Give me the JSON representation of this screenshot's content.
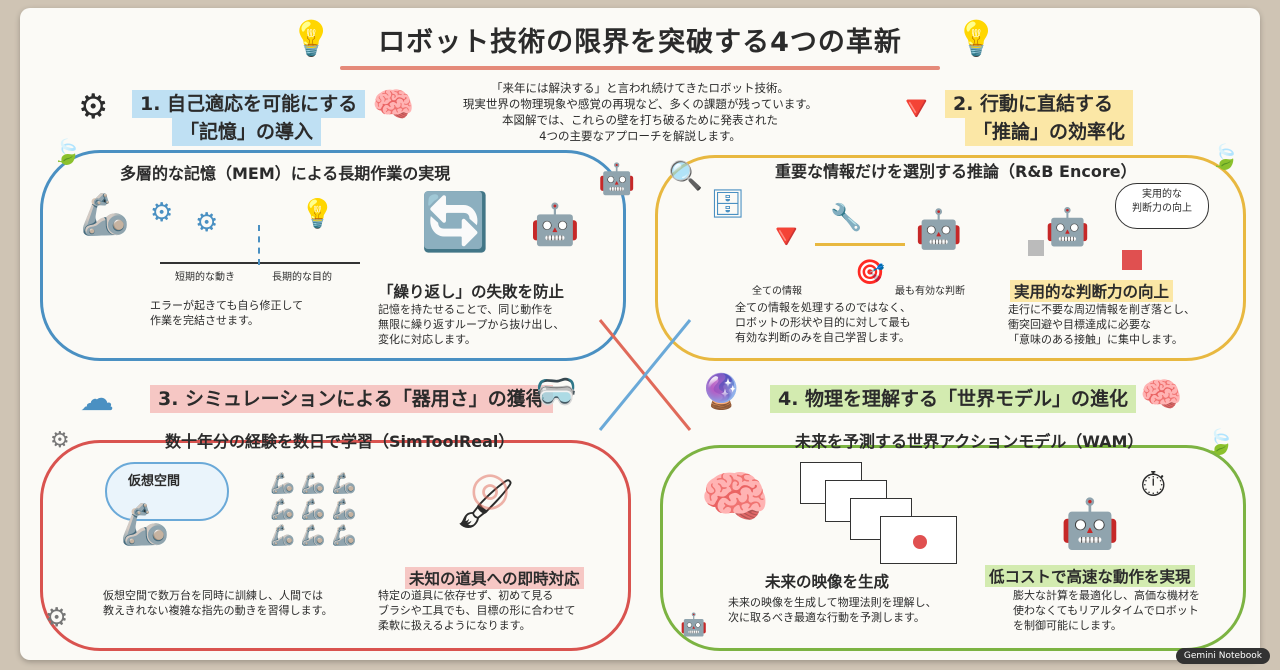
{
  "title": "ロボット技術の限界を突破する4つの革新",
  "intro": [
    "「来年には解決する」と言われ続けてきたロボット技術。",
    "現実世界の物理現象や感覚の再現など、多くの課題が残っています。",
    "本図解では、これらの壁を打ち破るために発表された",
    "4つの主要なアプローチを解説します。"
  ],
  "sections": [
    {
      "title_line1": "1. 自己適応を可能にする",
      "title_line2": "「記憶」の導入",
      "subtitle": "多層的な記憶（MEM）による長期作業の実現",
      "label_short": "短期的な動き",
      "label_long": "長期的な目的",
      "caption": [
        "エラーが起きても自ら修正して",
        "作業を完結させます。"
      ],
      "point_title": "「繰り返し」の失敗を防止",
      "point_text": [
        "記憶を持たせることで、同じ動作を",
        "無限に繰り返すループから抜け出し、",
        "変化に対応します。"
      ],
      "color": "#4a90c2"
    },
    {
      "title_line1": "2. 行動に直結する",
      "title_line2": "「推論」の効率化",
      "subtitle": "重要な情報だけを選別する推論（R&B Encore）",
      "label_all": "全ての情報",
      "label_best": "最も有効な判断",
      "bubble": [
        "実用的な",
        "判断力の向上"
      ],
      "caption": [
        "全ての情報を処理するのではなく、",
        "ロボットの形状や目的に対して最も",
        "有効な判断のみを自己学習します。"
      ],
      "point_title": "実用的な判断力の向上",
      "point_text": [
        "走行に不要な周辺情報を削ぎ落とし、",
        "衝突回避や目標達成に必要な",
        "「意味のある接触」に集中します。"
      ],
      "color": "#e8b840"
    },
    {
      "title": "3. シミュレーションによる「器用さ」の獲得",
      "subtitle": "数十年分の経験を数日で学習（SimToolReal）",
      "label_virtual": "仮想空間",
      "caption": [
        "仮想空間で数万台を同時に訓練し、人間では",
        "教えきれない複雑な指先の動きを習得します。"
      ],
      "point_title": "未知の道具への即時対応",
      "point_text": [
        "特定の道具に依存せず、初めて見る",
        "ブラシや工具でも、目標の形に合わせて",
        "柔軟に扱えるようになります。"
      ],
      "color": "#d9534f"
    },
    {
      "title": "4. 物理を理解する「世界モデル」の進化",
      "subtitle": "未来を予測する世界アクションモデル（WAM）",
      "point1_title": "未来の映像を生成",
      "point1_text": [
        "未来の映像を生成して物理法則を理解し、",
        "次に取るべき最適な行動を予測します。"
      ],
      "point2_title": "低コストで高速な動作を実現",
      "point2_text": [
        "膨大な計算を最適化し、高価な機材を",
        "使わなくてもリアルタイムでロボット",
        "を制御可能にします。"
      ],
      "color": "#7cb342"
    }
  ],
  "badge": "Gemini Notebook"
}
